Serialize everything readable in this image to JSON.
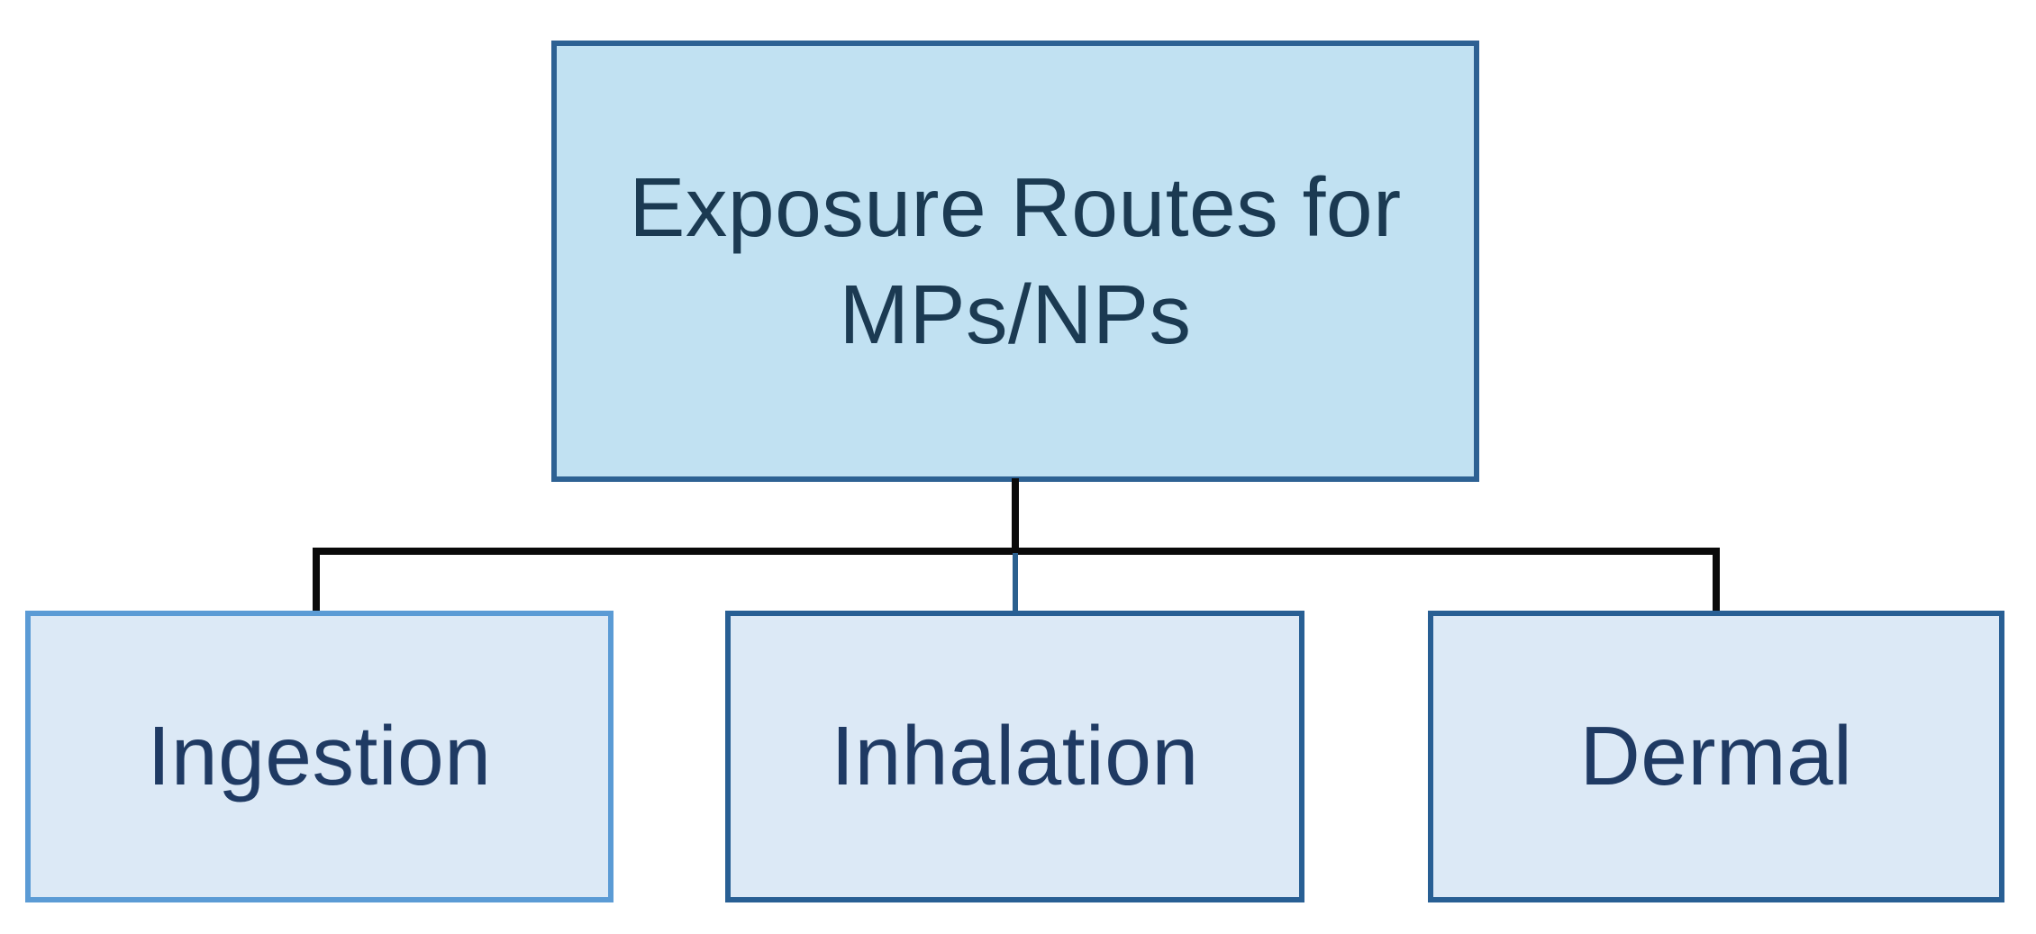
{
  "diagram": {
    "root": {
      "label": "Exposure Routes for MPs/NPs"
    },
    "children": [
      {
        "label": "Ingestion"
      },
      {
        "label": "Inhalation"
      },
      {
        "label": "Dermal"
      }
    ]
  },
  "colors": {
    "background": "#ffffff",
    "root-fill": "#c1e1f2",
    "root-border": "#2d6193",
    "root-text": "#1b3a52",
    "child-fill": "#dce9f6",
    "child-border-light": "#5b9bd5",
    "child-border-dark": "#285f94",
    "child-text": "#1f3a63",
    "connector": "#0a0a0a",
    "connector-accent": "#2b608f"
  }
}
